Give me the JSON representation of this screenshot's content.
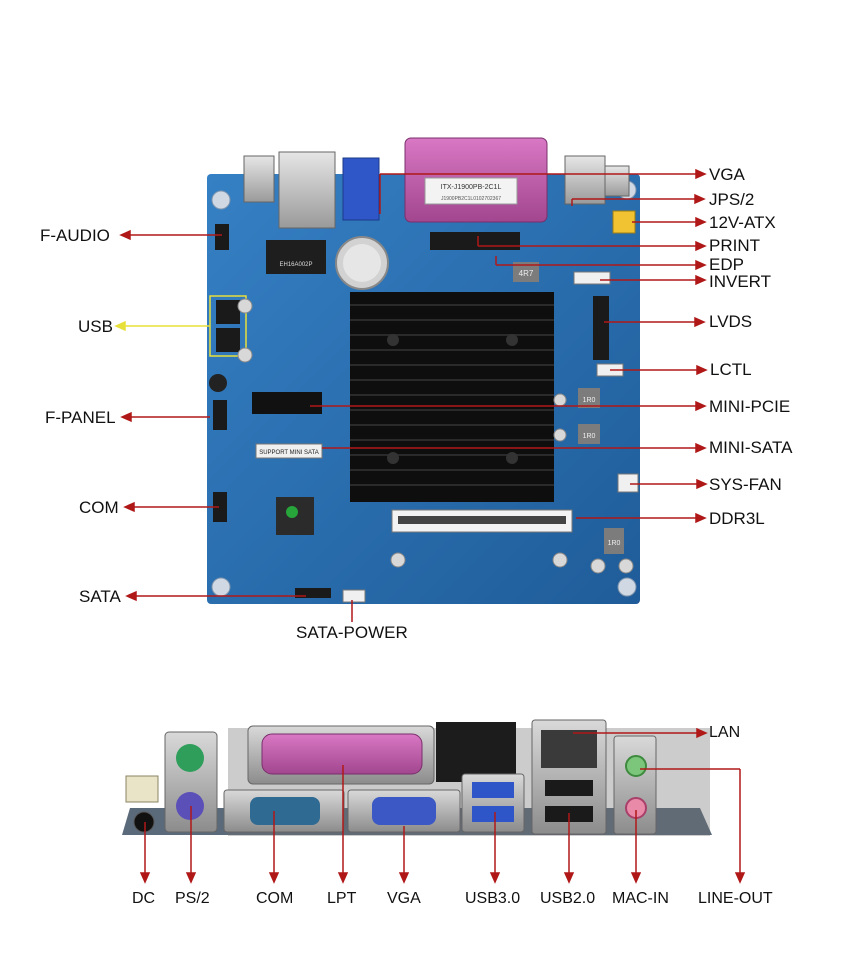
{
  "board": {
    "pcb_color": "#2a6fb0",
    "heatsink_color": "#111111",
    "callout_color": "#b01818",
    "usb_callout_color": "#e8e03a",
    "silkscreen": {
      "lpt_sticker": "ITX-J1900PB-2C1L",
      "lpt_sticker_code": "J1900PB2C1L0102702367",
      "chip_brand": "EH16A002P",
      "mini_sata_strip": "SUPPORT MINI SATA",
      "inductor_a": "4R7",
      "inductor_b": "1R0",
      "inductor_c": "1R0",
      "inductor_d": "1R0"
    }
  },
  "top_callouts": {
    "left": [
      "F-AUDIO",
      "USB",
      "F-PANEL",
      "COM",
      "SATA"
    ],
    "right": [
      "VGA",
      "JPS/2",
      "12V-ATX",
      "PRINT",
      "EDP",
      "INVERT",
      "LVDS",
      "LCTL",
      "MINI-PCIE",
      "MINI-SATA",
      "SYS-FAN",
      "DDR3L"
    ],
    "bottom": "SATA-POWER"
  },
  "rear_panel": {
    "top_label": "LAN",
    "bottom_labels": [
      "DC",
      "PS/2",
      "COM",
      "LPT",
      "VGA",
      "USB3.0",
      "USB2.0",
      "MAC-IN",
      "LINE-OUT"
    ]
  }
}
